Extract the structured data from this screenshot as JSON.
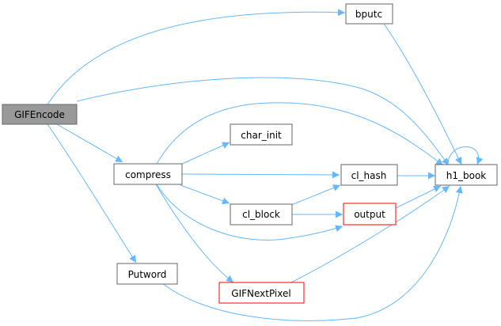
{
  "nodes": {
    "gifencode": "GIFEncode",
    "bputc": "bputc",
    "compress": "compress",
    "char_init": "char_init",
    "cl_hash": "cl_hash",
    "h1_book": "h1_book",
    "cl_block": "cl_block",
    "output": "output",
    "putword": "Putword",
    "gifnextpixel": "GIFNextPixel"
  },
  "colors": {
    "edge": "#63b8ff",
    "root_fill": "#999999",
    "node_border": "#666666",
    "highlight_border": "#ff0000"
  }
}
